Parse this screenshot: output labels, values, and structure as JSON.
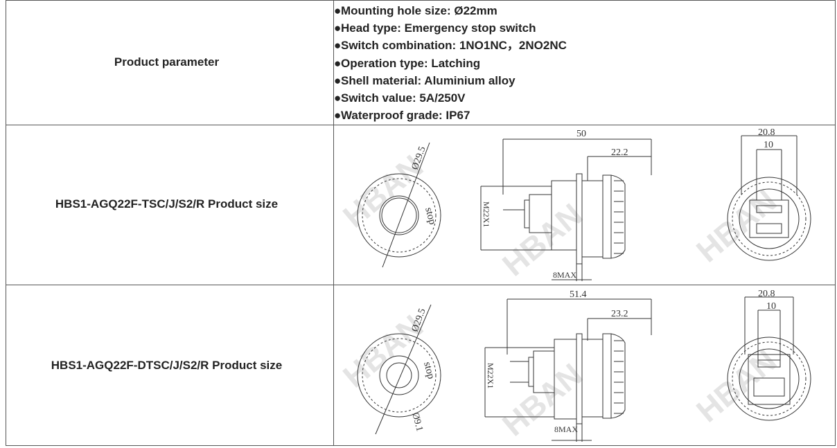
{
  "rows": {
    "param_label": "Product parameter",
    "params": [
      "Mounting hole size: Ø22mm",
      "Head type: Emergency stop switch",
      "Switch combination: 1NO1NC，2NO2NC",
      "Operation type: Latching",
      "Shell material: Aluminium alloy",
      "Switch value: 5A/250V",
      "Waterproof grade: IP67"
    ],
    "bullet": "●",
    "size1_label": "HBS1-AGQ22F-TSC/J/S2/R Product size",
    "size2_label": "HBS1-AGQ22F-DTSC/J/S2/R Product size"
  },
  "drawing1": {
    "diameter": "Ø29.5",
    "stop": "stop",
    "length": "50",
    "inner_length": "22.2",
    "thread": "M22X1",
    "max_depth": "8MAX",
    "width": "20.8",
    "inner_width": "10"
  },
  "drawing2": {
    "diameter": "Ø29.5",
    "stop": "stop",
    "inner_diameter": "Ø9.1",
    "length": "51.4",
    "inner_length": "23.2",
    "thread": "M22X1",
    "max_depth": "8MAX",
    "width": "20.8",
    "inner_width": "10"
  },
  "watermark": "HBAN",
  "colors": {
    "border": "#555555",
    "line": "#333333",
    "watermark": "#e4e4e4"
  }
}
